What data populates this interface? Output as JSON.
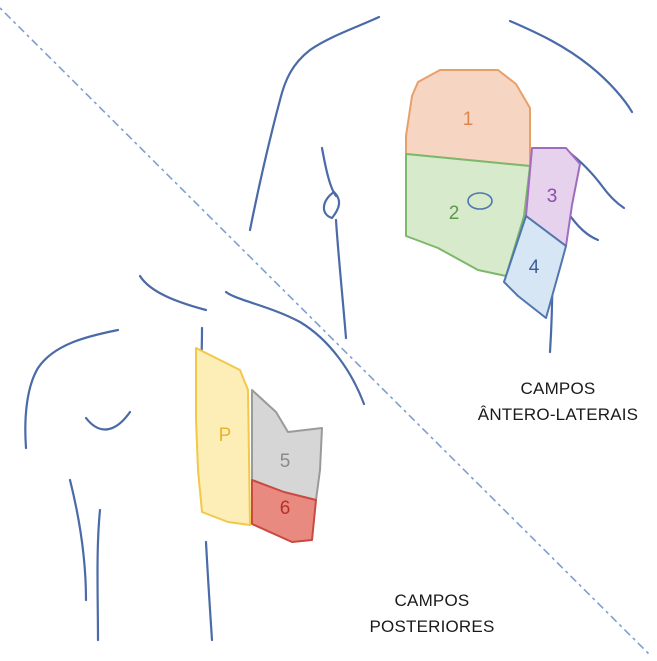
{
  "zones": [
    {
      "id": "1",
      "label": "1",
      "fill": "#f6d5c3",
      "stroke": "#e8a06a",
      "text": "#e0864a"
    },
    {
      "id": "2",
      "label": "2",
      "fill": "#d7ebcc",
      "stroke": "#7cb86a",
      "text": "#5a9a48"
    },
    {
      "id": "3",
      "label": "3",
      "fill": "#e6d2ec",
      "stroke": "#a06cc0",
      "text": "#8a4cae"
    },
    {
      "id": "4",
      "label": "4",
      "fill": "#d6e6f4",
      "stroke": "#4f76ae",
      "text": "#3a5f96"
    },
    {
      "id": "P",
      "label": "P",
      "fill": "#fdeeb8",
      "stroke": "#f2c84a",
      "text": "#e8b52a"
    },
    {
      "id": "5",
      "label": "5",
      "fill": "#d6d6d6",
      "stroke": "#9a9a9a",
      "text": "#8a8a8a"
    },
    {
      "id": "6",
      "label": "6",
      "fill": "#e98a80",
      "stroke": "#c94a40",
      "text": "#b8302a"
    }
  ],
  "captions": {
    "anterolateral": {
      "line1": "CAMPOS",
      "line2": "ÂNTERO-LATERAIS"
    },
    "posterior": {
      "line1": "CAMPOS",
      "line2": "POSTERIORES"
    }
  },
  "colors": {
    "body_outline": "#4a6aa8",
    "divider": "#7f9fcf"
  }
}
